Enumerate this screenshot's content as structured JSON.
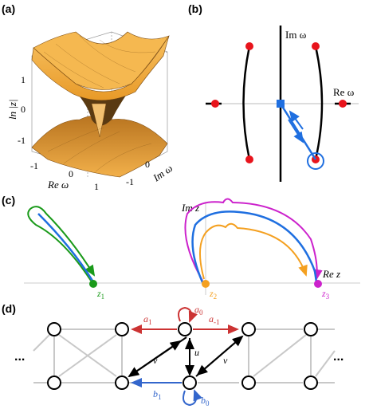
{
  "panels": {
    "a": {
      "label": "(a)",
      "zlabel": "ln |z|",
      "zticks": [
        "1",
        "0",
        "-1"
      ],
      "xlabel": "Re ω",
      "xticks": [
        "-1",
        "0",
        "1"
      ],
      "ylabel": "Im ω",
      "yticks": [
        "0",
        "-1"
      ]
    },
    "b": {
      "label": "(b)",
      "im_label": "Im ω",
      "re_label": "Re ω"
    },
    "c": {
      "label": "(c)",
      "im_label": "Im z",
      "re_label": "Re z",
      "points": [
        {
          "name": "z",
          "sub": "1",
          "color": "#1a9a1a"
        },
        {
          "name": "z",
          "sub": "2",
          "color": "#f4a020"
        },
        {
          "name": "z",
          "sub": "3",
          "color": "#cc22cc"
        }
      ]
    },
    "d": {
      "label": "(d)",
      "ellipsis_left": "...",
      "ellipsis_right": "...",
      "hoppings": {
        "a1": {
          "base": "a",
          "sub": "1",
          "color": "#cc3333"
        },
        "a0": {
          "base": "a",
          "sub": "0",
          "color": "#cc3333"
        },
        "a_1": {
          "base": "a",
          "sub": "-1",
          "color": "#cc3333"
        },
        "b1": {
          "base": "b",
          "sub": "1",
          "color": "#3366cc"
        },
        "b0": {
          "base": "b",
          "sub": "0",
          "color": "#3366cc"
        },
        "u": {
          "base": "u",
          "sub": ""
        },
        "v_left": {
          "base": "v",
          "sub": ""
        },
        "v_right": {
          "base": "v",
          "sub": ""
        }
      }
    }
  },
  "colors": {
    "surface": "#f2a93b",
    "surface_dark": "#8a5a1c",
    "red_point": "#e8141c",
    "blue": "#1f6fe0",
    "green": "#1a9a1a",
    "orange": "#f4a020",
    "magenta": "#cc22cc",
    "hop_red": "#cc3333",
    "hop_blue": "#3366cc"
  }
}
